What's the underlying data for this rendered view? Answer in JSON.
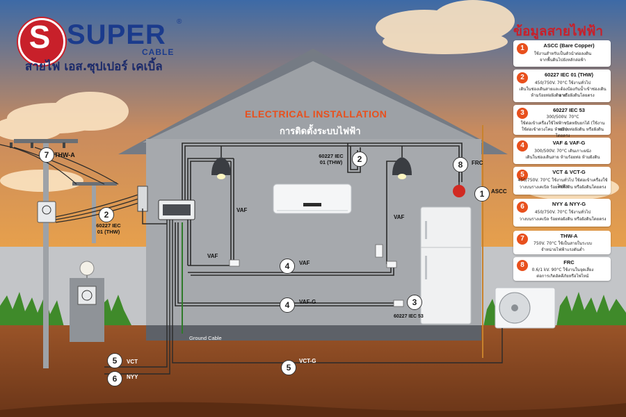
{
  "brand": {
    "name": "SUPER",
    "sub": "CABLE",
    "thai": "สายไฟ เอส.ซุปเปอร์ เคเบิ้ล"
  },
  "diagram": {
    "title": "ELECTRICAL INSTALLATION",
    "subtitle": "การติดตั้งระบบไฟฟ้า"
  },
  "labels": {
    "thw_a": "THW-A",
    "thw_pole": "60227 IEC 01 (THW)",
    "thw_house": "60227 IEC 01 (THW)",
    "frc": "FRC",
    "ascc": "ASCC",
    "vaf_left": "VAF",
    "vaf_right": "VAF",
    "vaf_floor": "VAF",
    "vaf_main": "VAF",
    "vaf_g": "VAF-G",
    "iec53": "60227 IEC 53",
    "ground": "Ground Cable",
    "vct": "VCT",
    "nyy": "NYY",
    "vct_g": "VCT-G"
  },
  "markers": {
    "n1": "1",
    "n2a": "2",
    "n2b": "2",
    "n3": "3",
    "n4a": "4",
    "n4b": "4",
    "n5a": "5",
    "n5b": "5",
    "n6": "6",
    "n7": "7",
    "n8": "8"
  },
  "panel": {
    "title": "ข้อมูลสายไฟฟ้า",
    "cards": [
      {
        "n": "1",
        "title": "ASCC (Bare Copper)",
        "desc": [
          "ใช้งานสำหรับเป็นตัวนำต่อลงดิน",
          "จากพื้นดินไปยังหลักล่อฟ้า"
        ]
      },
      {
        "n": "2",
        "title": "60227 IEC 01 (THW)",
        "desc": [
          "450/750V. 70°C ใช้งานทั่วไป",
          "เดินในช่องเดินสายและต้องป้องกันน้ำเข้าช่องเดินสาย",
          "ห้ามร้อยท่อฝังดิน หรือฝังดินโดยตรง"
        ]
      },
      {
        "n": "3",
        "title": "60227 IEC 53",
        "desc": [
          "300/500V. 70°C",
          "ใช้ต่อเข้าเครื่องใช้ไฟฟ้าชนิดหยิบยกได้ (ใช้งานหนัก)",
          "ใช้ต่อเข้าดวงโคม ห้ามร้อยท่อฝังดิน หรือฝังดินโดยตรง"
        ]
      },
      {
        "n": "4",
        "title": "VAF & VAF-G",
        "desc": [
          "300/500V. 70°C เดินเกาะผนัง",
          "เดินในช่องเดินสาย ห้ามร้อยท่อ ห้ามฝังดิน"
        ]
      },
      {
        "n": "5",
        "title": "VCT & VCT-G",
        "desc": [
          "450/750V. 70°C ใช้งานทั่วไป ใช้ต่อเข้าเครื่องใช้ไฟฟ้า",
          "วางบนรางเคเบิล ร้อยท่อฝังดิน หรือฝังดินโดยตรง"
        ]
      },
      {
        "n": "6",
        "title": "NYY & NYY-G",
        "desc": [
          "450/750V. 70°C ใช้งานทั่วไป",
          "วางบนรางเคเบิล ร้อยท่อฝังดิน หรือฝังดินโดยตรง"
        ]
      },
      {
        "n": "7",
        "title": "THW-A",
        "desc": [
          "750V. 70°C ใช้เป็นสายในระบบ",
          "จำหน่ายไฟฟ้าแรงดันต่ำ"
        ]
      },
      {
        "n": "8",
        "title": "FRC",
        "desc": [
          "0.6/1 kV. 90°C ใช้งานในจุดเสี่ยง",
          "ต่อการเกิดอัคคีภัยหรือไฟไหม้"
        ]
      }
    ]
  },
  "colors": {
    "sky_top": "#3d6aa6",
    "sky_bottom": "#f0a64a",
    "house": "#a6a9ad",
    "roof": "#757b84",
    "ground": "#8a4a26",
    "accent": "#e8501d",
    "brand": "#1b3b8c"
  }
}
